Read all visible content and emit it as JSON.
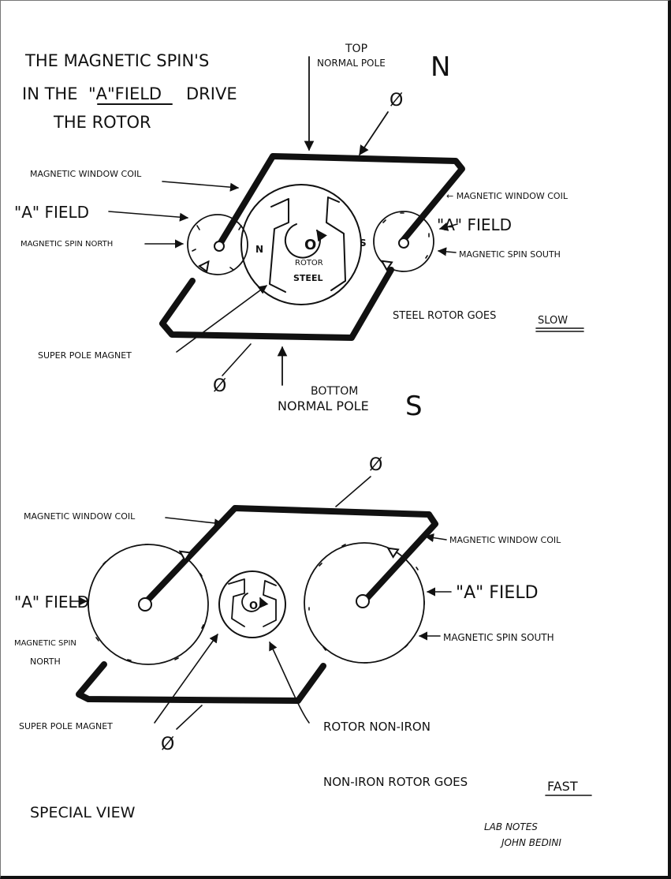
{
  "top_diagram": {
    "title_line1": "THE MAGNETIC SPIN'S",
    "title_line2_a": "IN THE",
    "title_line2_b": "\"A\"FIELD",
    "title_line2_c": "DRIVE",
    "title_line3": "THE ROTOR",
    "top_label_1": "TOP",
    "top_label_2": "NORMAL POLE",
    "top_pole": "N",
    "phi_top": "Ø",
    "coil_left": "MAGNETIC WINDOW COIL",
    "coil_right": "← MAGNETIC WINDOW COIL",
    "a_field_left": "\"A\" FIELD",
    "a_field_right": "\"A\" FIELD",
    "spin_north": "MAGNETIC SPIN NORTH",
    "spin_south": "MAGNETIC SPIN SOUTH",
    "rotor_n": "N",
    "rotor_s": "S",
    "rotor_center": "O",
    "rotor_label_1": "ROTOR",
    "rotor_label_2": "STEEL",
    "steel_goes": "STEEL ROTOR GOES",
    "steel_speed": "SLOW",
    "super_pole": "SUPER POLE MAGNET",
    "phi_bottom": "Ø",
    "bottom_label_1": "BOTTOM",
    "bottom_label_2": "NORMAL POLE",
    "bottom_pole": "S"
  },
  "bottom_diagram": {
    "phi_top": "Ø",
    "coil_left": "MAGNETIC WINDOW COIL",
    "coil_right": "MAGNETIC WINDOW COIL",
    "a_field_left": "\"A\" FIELD",
    "a_field_right": "\"A\" FIELD",
    "spin_north_1": "MAGNETIC SPIN",
    "spin_north_2": "NORTH",
    "spin_south": "MAGNETIC SPIN SOUTH",
    "rotor_center": "O",
    "super_pole": "SUPER POLE MAGNET",
    "phi_bottom": "Ø",
    "rotor_label": "ROTOR NON-IRON",
    "non_iron_goes": "NON-IRON ROTOR GOES",
    "non_iron_speed": "FAST"
  },
  "footer": {
    "special_view": "SPECIAL VIEW",
    "lab_notes_1": "LAB NOTES",
    "lab_notes_2": "JOHN BEDINI"
  }
}
